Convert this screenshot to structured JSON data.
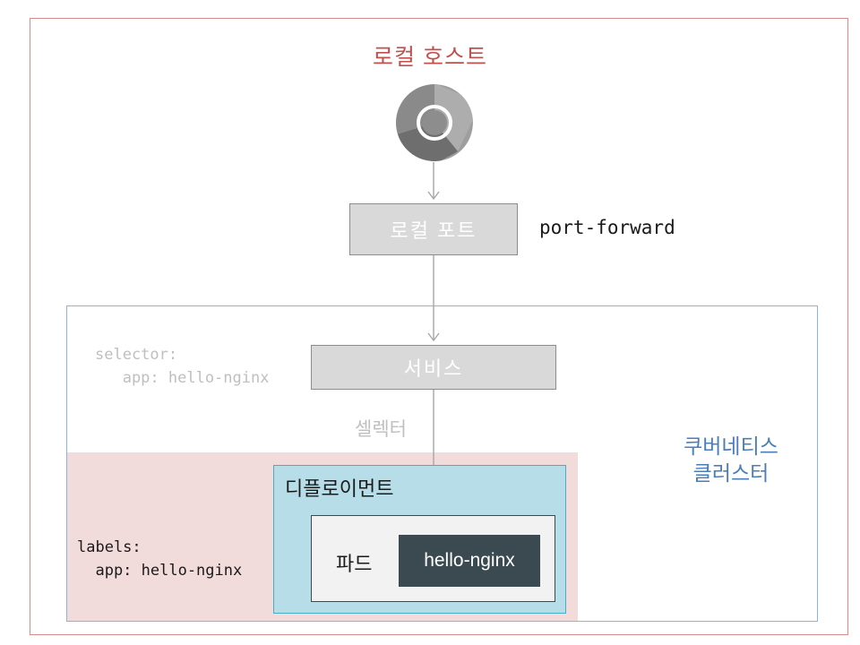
{
  "diagram": {
    "title": "로컬 호스트",
    "title_color": "#c0504d",
    "outer_border_color": "#d98b8b",
    "browser_icon_name": "chromium-browser-icon",
    "local_port": {
      "label": "로컬 포트",
      "fill": "#d9d9d9",
      "text_color": "#ffffff"
    },
    "port_forward_caption": "port-forward",
    "cluster": {
      "label_line1": "쿠버네티스",
      "label_line2": "클러스터",
      "border_color": "#8eb4d6",
      "label_color": "#4a7ebb"
    },
    "selector_code": "selector:\n   app: hello-nginx",
    "selector_caption": "셀렉터",
    "selector_color": "#bfbfbf",
    "service": {
      "label": "서비스",
      "fill": "#d9d9d9",
      "text_color": "#ffffff"
    },
    "labels_region": {
      "code": "labels:\n  app: hello-nginx",
      "fill": "#f2dcdb",
      "text_color": "#1a1a1a"
    },
    "deployment": {
      "label": "디플로이먼트",
      "fill": "#b7dde8",
      "border_color": "#4bacc6"
    },
    "pod": {
      "label": "파드",
      "fill": "#f2f2f2",
      "border_color": "#3a4a50"
    },
    "container": {
      "label": "hello-nginx",
      "fill": "#3a4a50",
      "text_color": "#ffffff"
    },
    "arrows": [
      {
        "name": "browser-to-local-port",
        "from": "browser-icon",
        "to": "local-port-box"
      },
      {
        "name": "local-port-to-service",
        "from": "local-port-box",
        "to": "service-box"
      },
      {
        "name": "service-to-pod",
        "from": "service-box",
        "to": "pod-box"
      }
    ]
  }
}
